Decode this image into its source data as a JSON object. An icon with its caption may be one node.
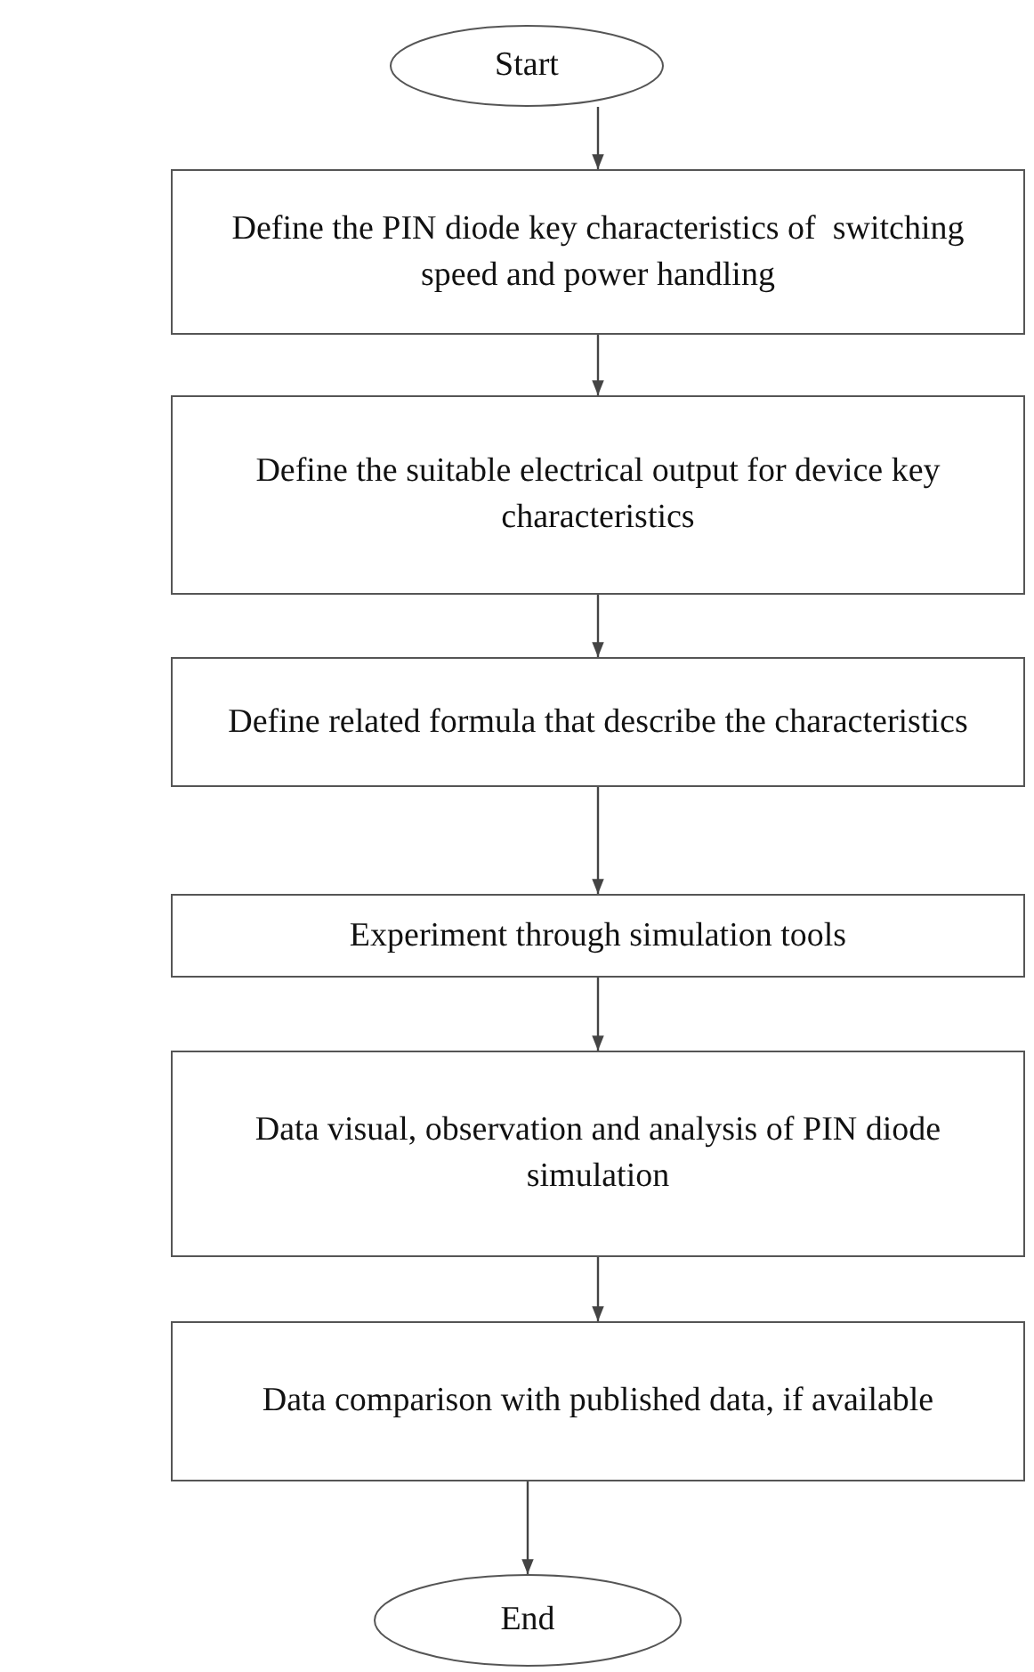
{
  "diagram": {
    "nodes": [
      {
        "text": [
          "Start"
        ]
      },
      {
        "text": [
          "Define the PIN diode key characteristics of  switching speed and power handling"
        ]
      },
      {
        "text": [
          "Define the suitable electrical output for device key characteristics"
        ]
      },
      {
        "text": [
          "Define related formula that describe the characteristics"
        ]
      },
      {
        "text": [
          "Experiment through simulation tools"
        ]
      },
      {
        "text": [
          "Data visual, observation and analysis of PIN diode simulation"
        ]
      },
      {
        "text": [
          "Data comparison with published data, if available"
        ]
      },
      {
        "text": [
          "End"
        ]
      }
    ],
    "edges": [
      {
        "from": 0,
        "to": 1,
        "arrow": "to"
      },
      {
        "from": 1,
        "to": 2,
        "arrow": "to"
      },
      {
        "from": 2,
        "to": 3,
        "arrow": "to"
      },
      {
        "from": 3,
        "to": 4,
        "arrow": "to"
      },
      {
        "from": 4,
        "to": 5,
        "arrow": "to"
      },
      {
        "from": 5,
        "to": 6,
        "arrow": "to"
      },
      {
        "from": 6,
        "to": 7,
        "arrow": "to"
      }
    ]
  }
}
